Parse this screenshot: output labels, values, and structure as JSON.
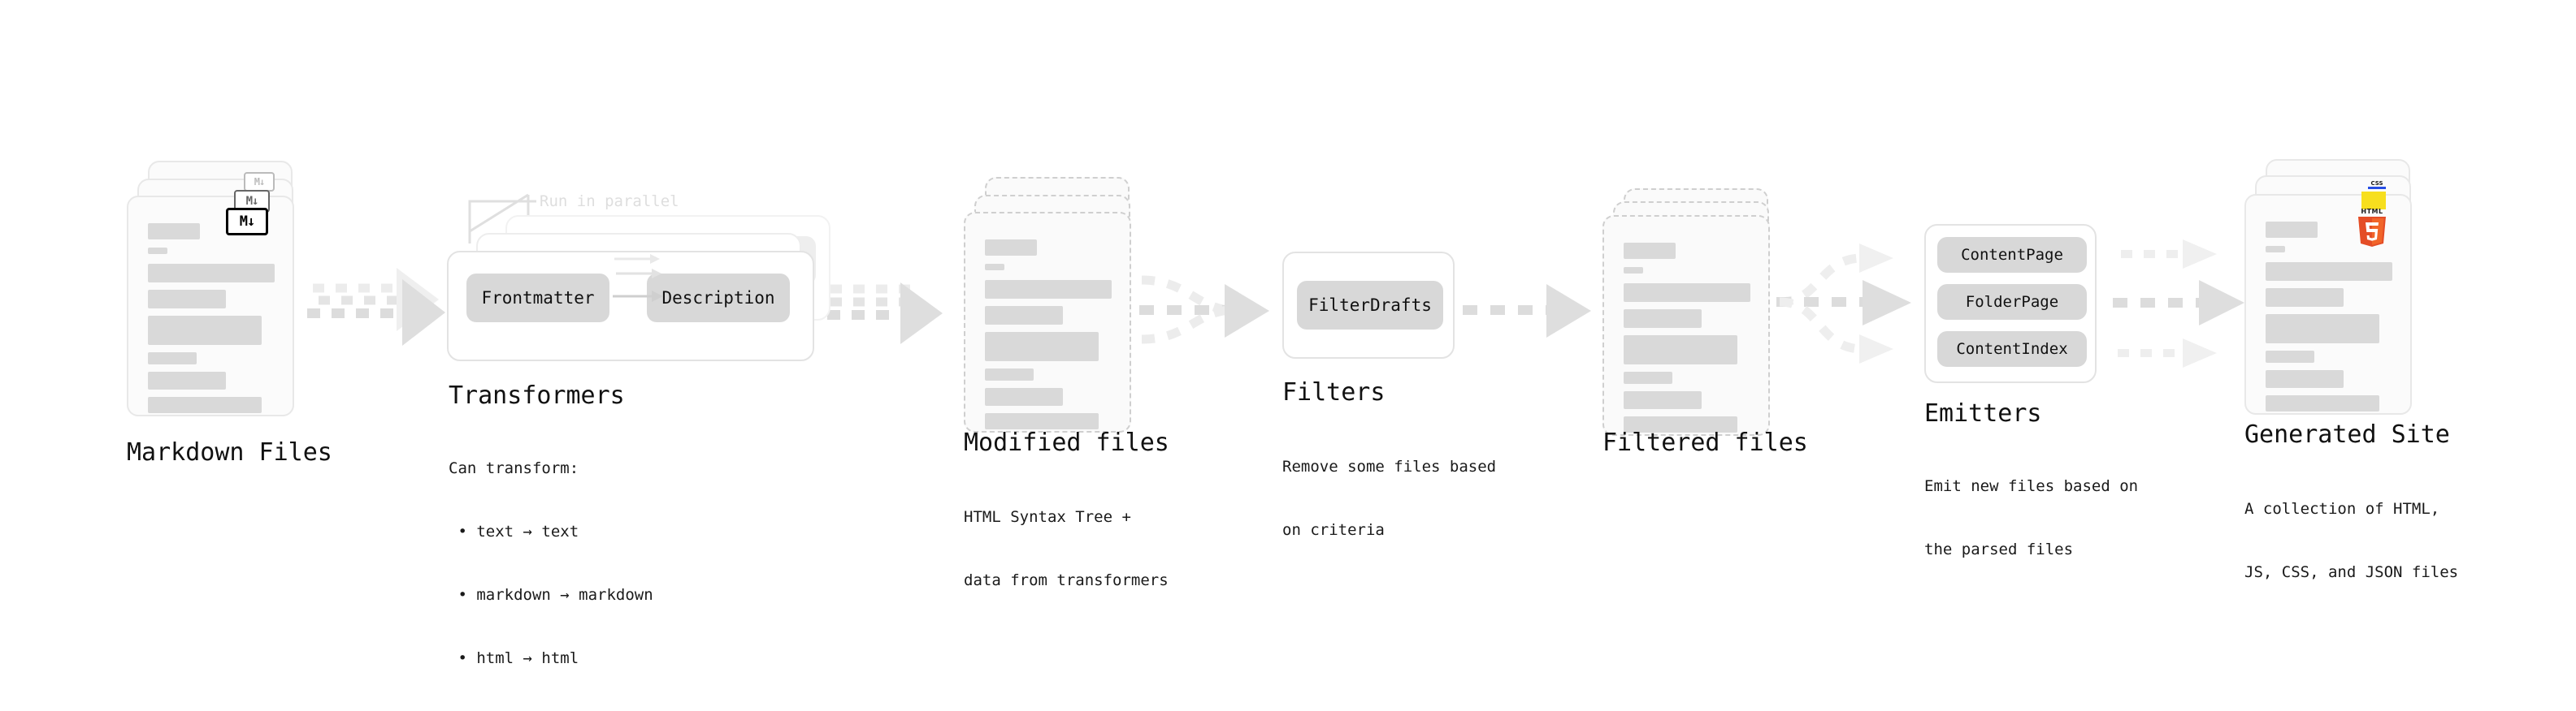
{
  "diagram": {
    "type": "pipeline-flow",
    "background": "#ffffff",
    "accent_gray": "#d9d9d9",
    "stages": [
      {
        "id": "markdown-files",
        "title": "Markdown Files",
        "subtitle_lines": [],
        "icon": "markdown-icon",
        "icon_text": "M↓"
      },
      {
        "id": "transformers",
        "title": "Transformers",
        "subtitle_lines": [
          "Can transform:",
          " • text → text",
          " • markdown → markdown",
          " • html → html"
        ],
        "annotation": "Run in parallel",
        "nodes": [
          "Frontmatter",
          "Description"
        ]
      },
      {
        "id": "modified-files",
        "title": "Modified files",
        "subtitle_lines": [
          "HTML Syntax Tree +",
          "data from transformers"
        ]
      },
      {
        "id": "filters",
        "title": "Filters",
        "subtitle_lines": [
          "Remove some files based",
          "on criteria"
        ],
        "nodes": [
          "FilterDrafts"
        ]
      },
      {
        "id": "filtered-files",
        "title": "Filtered files",
        "subtitle_lines": []
      },
      {
        "id": "emitters",
        "title": "Emitters",
        "subtitle_lines": [
          "Emit new files based on",
          "the parsed files"
        ],
        "nodes": [
          "ContentPage",
          "FolderPage",
          "ContentIndex"
        ]
      },
      {
        "id": "generated-site",
        "title": "Generated Site",
        "subtitle_lines": [
          "A collection of HTML,",
          "JS, CSS, and JSON files"
        ],
        "icons": [
          "html5-icon",
          "js-icon",
          "css3-icon"
        ],
        "html5_label": "HTML",
        "html5_digit": "5",
        "css_label": "CSS"
      }
    ],
    "colors": {
      "html5_orange": "#e44d26",
      "html5_orange_light": "#f16529",
      "js_yellow": "#f7df1e",
      "css_blue": "#264de4",
      "pill_gray": "#d8d8d8",
      "skeleton_gray": "#d9d9d9",
      "card_border": "#e8e8e8",
      "dashed_border": "#cfcfcf",
      "text": "#111111",
      "faint": "#dedede"
    }
  }
}
